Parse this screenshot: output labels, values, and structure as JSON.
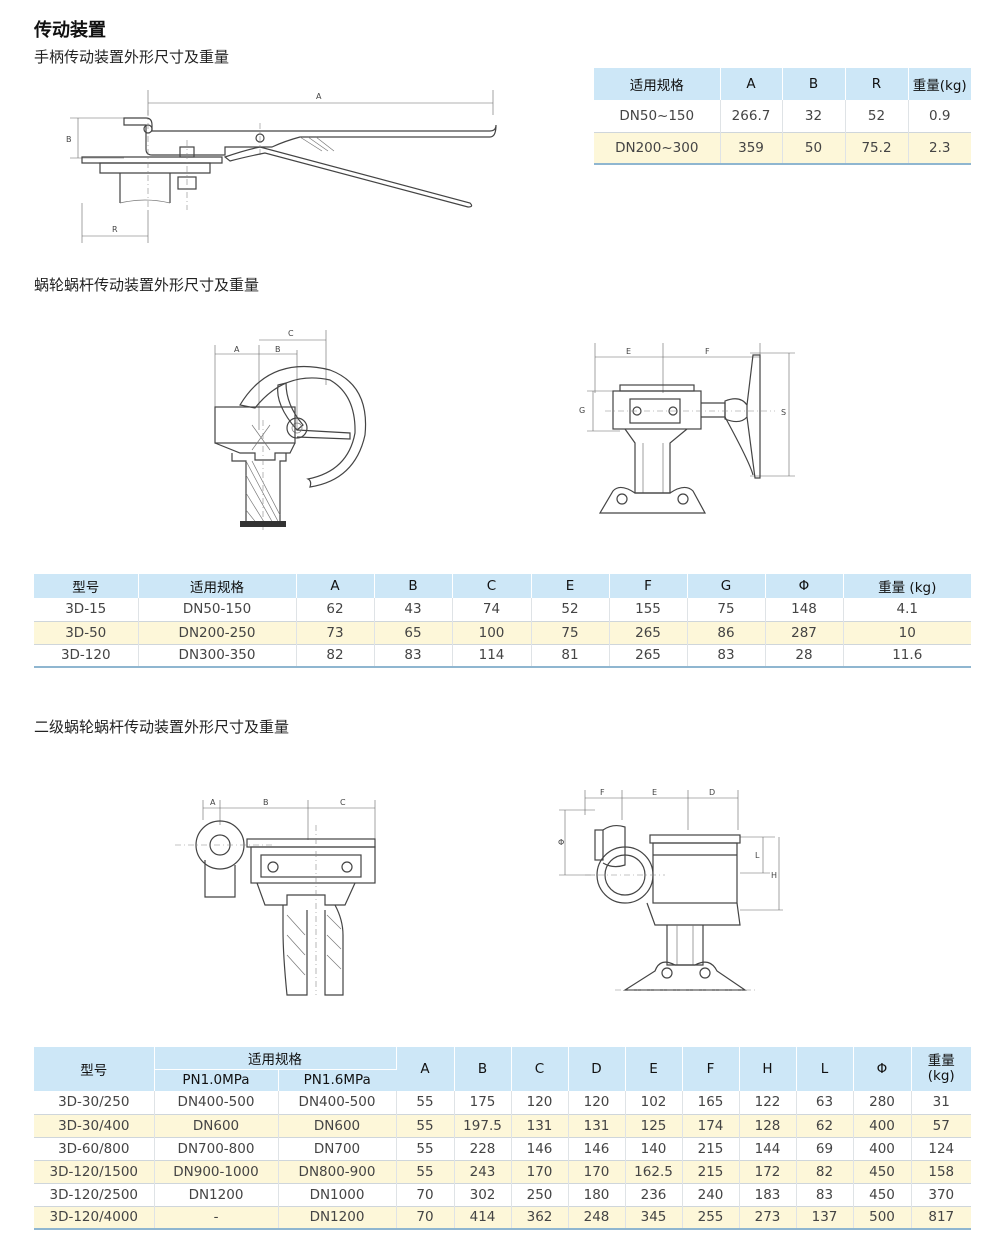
{
  "page_title": "传动装置",
  "section1": {
    "title": "手柄传动装置外形尺寸及重量",
    "drawing_labels": {
      "a": "A",
      "b": "B",
      "r": "R"
    },
    "table": {
      "headers": [
        "适用规格",
        "A",
        "B",
        "R",
        "重量(kg)"
      ],
      "rows": [
        [
          "DN50~150",
          "266.7",
          "32",
          "52",
          "0.9"
        ],
        [
          "DN200~300",
          "359",
          "50",
          "75.2",
          "2.3"
        ]
      ]
    }
  },
  "section2": {
    "title": "蜗轮蜗杆传动装置外形尺寸及重量",
    "drawing_labels": {
      "a": "A",
      "b": "B",
      "c": "C",
      "e": "E",
      "f": "F",
      "g": "G",
      "s": "S"
    },
    "table": {
      "headers": [
        "型号",
        "适用规格",
        "A",
        "B",
        "C",
        "E",
        "F",
        "G",
        "Φ",
        "重量 (kg)"
      ],
      "rows": [
        [
          "3D-15",
          "DN50-150",
          "62",
          "43",
          "74",
          "52",
          "155",
          "75",
          "148",
          "4.1"
        ],
        [
          "3D-50",
          "DN200-250",
          "73",
          "65",
          "100",
          "75",
          "265",
          "86",
          "287",
          "10"
        ],
        [
          "3D-120",
          "DN300-350",
          "82",
          "83",
          "114",
          "81",
          "265",
          "83",
          "28",
          "11.6"
        ]
      ]
    }
  },
  "section3": {
    "title": "二级蜗轮蜗杆传动装置外形尺寸及重量",
    "drawing_labels": {
      "a": "A",
      "b": "B",
      "c": "C",
      "f": "F",
      "e": "E",
      "d": "D",
      "phi": "Φ",
      "l": "L",
      "h": "H"
    },
    "table": {
      "h_model": "型号",
      "h_spec": "适用规格",
      "h_pn10": "PN1.0MPa",
      "h_pn16": "PN1.6MPa",
      "h_cols": [
        "A",
        "B",
        "C",
        "D",
        "E",
        "F",
        "H",
        "L",
        "Φ"
      ],
      "h_weight": "重量\n(kg)",
      "rows": [
        [
          "3D-30/250",
          "DN400-500",
          "DN400-500",
          "55",
          "175",
          "120",
          "120",
          "102",
          "165",
          "122",
          "63",
          "280",
          "31"
        ],
        [
          "3D-30/400",
          "DN600",
          "DN600",
          "55",
          "197.5",
          "131",
          "131",
          "125",
          "174",
          "128",
          "62",
          "400",
          "57"
        ],
        [
          "3D-60/800",
          "DN700-800",
          "DN700",
          "55",
          "228",
          "146",
          "146",
          "140",
          "215",
          "144",
          "69",
          "400",
          "124"
        ],
        [
          "3D-120/1500",
          "DN900-1000",
          "DN800-900",
          "55",
          "243",
          "170",
          "170",
          "162.5",
          "215",
          "172",
          "82",
          "450",
          "158"
        ],
        [
          "3D-120/2500",
          "DN1200",
          "DN1000",
          "70",
          "302",
          "250",
          "180",
          "236",
          "240",
          "183",
          "83",
          "450",
          "370"
        ],
        [
          "3D-120/4000",
          "-",
          "DN1200",
          "70",
          "414",
          "362",
          "248",
          "345",
          "255",
          "273",
          "137",
          "500",
          "817"
        ]
      ]
    }
  }
}
